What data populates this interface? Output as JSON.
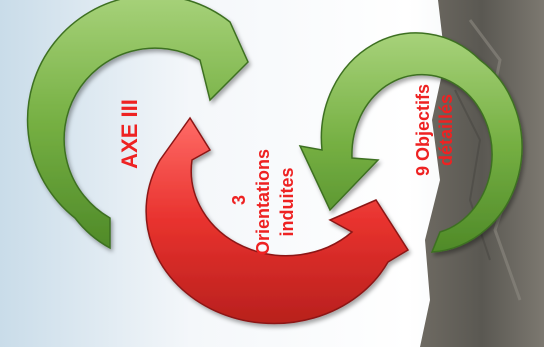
{
  "diagram": {
    "arrows": [
      {
        "id": "axe",
        "color": "green",
        "fill": "#7ab648",
        "texts": [
          "AXE III"
        ]
      },
      {
        "id": "orientations",
        "color": "red",
        "fill": "#e8322e",
        "texts": [
          "3",
          "Orientations",
          "induites"
        ]
      },
      {
        "id": "objectifs",
        "color": "green",
        "fill": "#7ab648",
        "texts": [
          "9 Objectifs",
          "détaillés"
        ]
      }
    ],
    "text_color": "#ee2222"
  }
}
